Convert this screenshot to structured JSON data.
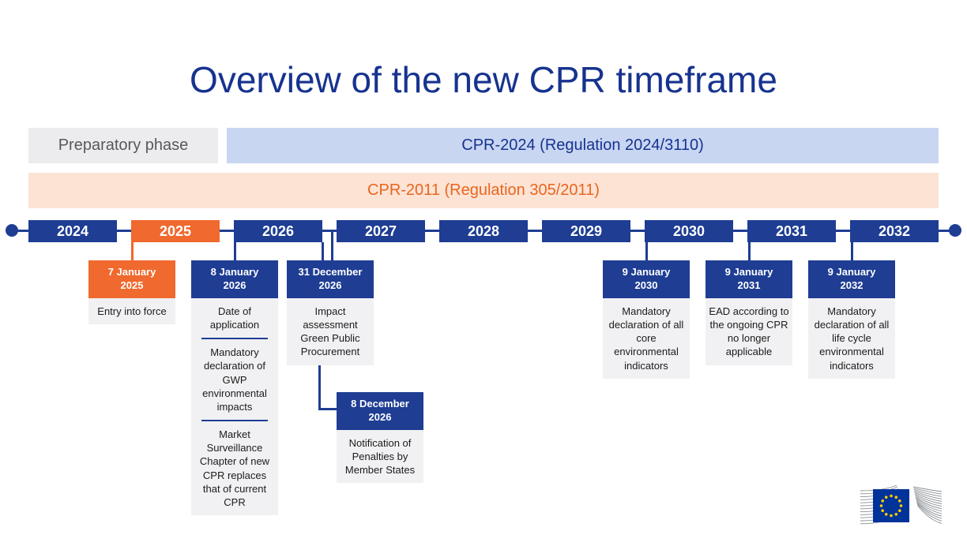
{
  "title": "Overview of the new CPR timeframe",
  "phase_bars": {
    "preparatory": "Preparatory phase",
    "cpr_2024": "CPR-2024 (Regulation 2024/3110)",
    "cpr_2011": "CPR-2011 (Regulation 305/2011)"
  },
  "timeline": {
    "years": [
      "2024",
      "2025",
      "2026",
      "2027",
      "2028",
      "2029",
      "2030",
      "2031",
      "2032"
    ],
    "highlighted_year": "2025"
  },
  "events": [
    {
      "date": "7 January 2025",
      "accent": "#F0692E",
      "items": [
        "Entry into force"
      ]
    },
    {
      "date": "8 January 2026",
      "accent": "#1E3D93",
      "items": [
        "Date of application",
        "Mandatory declaration of GWP environmental impacts",
        "Market Surveillance Chapter of new CPR replaces that of current CPR"
      ]
    },
    {
      "date": "31 December 2026",
      "accent": "#1E3D93",
      "items": [
        "Impact assessment Green Public Procurement"
      ]
    },
    {
      "date": "8 December 2026",
      "accent": "#1E3D93",
      "items": [
        "Notification of Penalties by Member States"
      ]
    },
    {
      "date": "9 January 2030",
      "accent": "#1E3D93",
      "items": [
        "Mandatory declaration of all core environmental indicators"
      ]
    },
    {
      "date": "9 January 2031",
      "accent": "#1E3D93",
      "items": [
        "EAD according to the ongoing CPR no longer applicable"
      ]
    },
    {
      "date": "9 January 2032",
      "accent": "#1E3D93",
      "items": [
        "Mandatory declaration of all life cycle environmental indicators"
      ]
    }
  ],
  "colors": {
    "dark_blue": "#1E3D93",
    "orange": "#F0692E",
    "light_blue_bar": "#C8D6F2",
    "peach_bar": "#FCE3D4",
    "gray_bar": "#ECECEE",
    "event_body_bg": "#F1F1F3",
    "title_text": "#17338F"
  },
  "logo": {
    "name": "european-commission-logo"
  }
}
